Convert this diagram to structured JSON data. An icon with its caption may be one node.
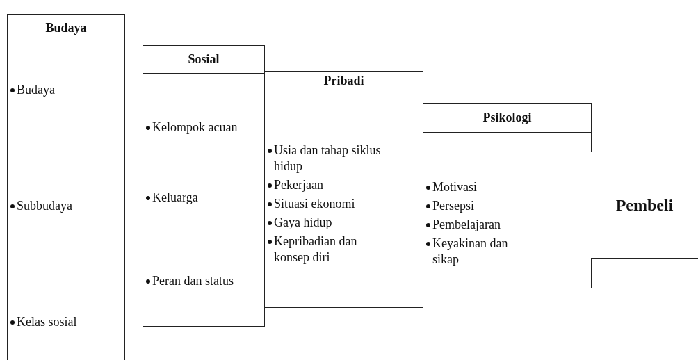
{
  "diagram": {
    "nodes": [
      {
        "text": [
          "Budaya",
          "Budaya",
          "Subbudaya",
          "Kelas sosial"
        ]
      },
      {
        "text": [
          "Sosial",
          "Kelompok acuan",
          "Keluarga",
          "Peran dan status"
        ]
      },
      {
        "text": [
          "Pribadi",
          "Usia dan tahap siklus hidup",
          "Pekerjaan",
          "Situasi ekonomi",
          "Gaya hidup",
          "Kepribadian dan konsep diri"
        ]
      },
      {
        "text": [
          "Psikologi",
          "Motivasi",
          "Persepsi",
          "Pembelajaran",
          "Keyakinan dan sikap"
        ]
      },
      {
        "text": [
          "Pembeli"
        ]
      }
    ],
    "edges": []
  }
}
